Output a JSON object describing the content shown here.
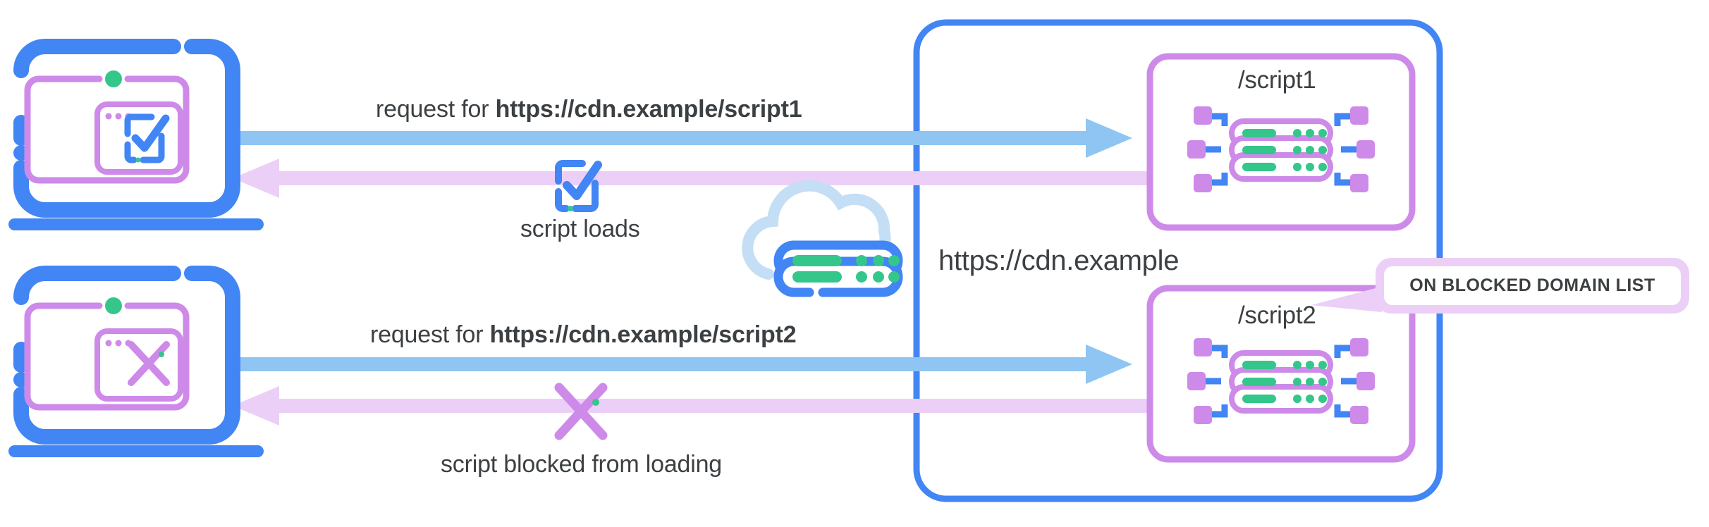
{
  "diagram": {
    "title": "CDN script blocking by domain list",
    "colors": {
      "blue": "#4285F4",
      "light_blue": "#8FC5F2",
      "purple": "#CE8AE8",
      "light_purple": "#ECCFF7",
      "green": "#34C68A",
      "cloud": "#C3DEF5",
      "text": "#3c4043",
      "white": "#FFFFFF"
    },
    "rows": [
      {
        "id": "allowed",
        "client": {
          "name": "laptop-allowed",
          "window_icon": "check-icon",
          "status_dot": "green-dot"
        },
        "request_label_prefix": "request for ",
        "request_label_url": "https://cdn.example/script1",
        "response_icon": "check-icon",
        "response_label": "script loads",
        "resource_label": "/script1",
        "resource_icon": "server-network-icon",
        "badge": null
      },
      {
        "id": "blocked",
        "client": {
          "name": "laptop-blocked",
          "window_icon": "cross-icon",
          "status_dot": "green-dot"
        },
        "request_label_prefix": "request for ",
        "request_label_url": "https://cdn.example/script2",
        "response_icon": "cross-icon",
        "response_label": "script blocked from loading",
        "resource_label": "/script2",
        "resource_icon": "server-network-icon",
        "badge": "ON BLOCKED DOMAIN LIST"
      }
    ],
    "cloud": {
      "icon": "cloud-server-icon"
    },
    "cdn": {
      "label": "https://cdn.example"
    }
  }
}
